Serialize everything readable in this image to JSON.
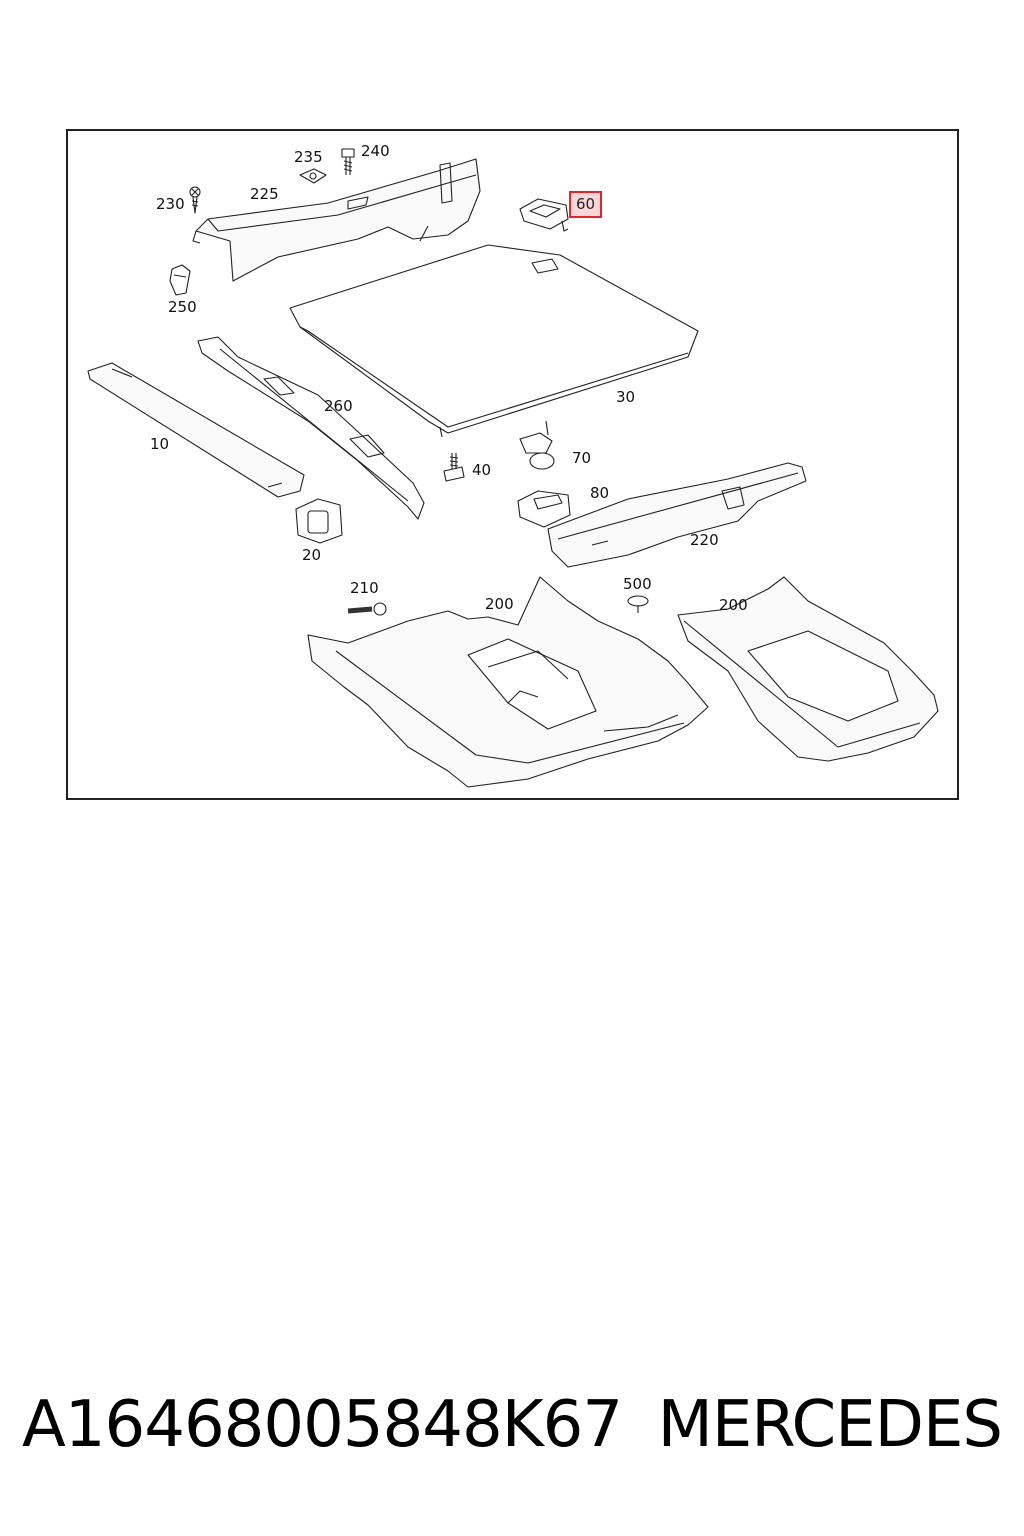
{
  "callouts": {
    "c235": "235",
    "c240": "240",
    "c230": "230",
    "c225": "225",
    "c60": "60",
    "c250": "250",
    "c260": "260",
    "c30": "30",
    "c10": "10",
    "c40": "40",
    "c70": "70",
    "c80": "80",
    "c20": "20",
    "c220": "220",
    "c210": "210",
    "c500": "500",
    "c200a": "200",
    "c200b": "200"
  },
  "highlight_color": "#e1262c",
  "footer": {
    "part_number": "A16468005848K67",
    "brand": "MERCEDES"
  }
}
